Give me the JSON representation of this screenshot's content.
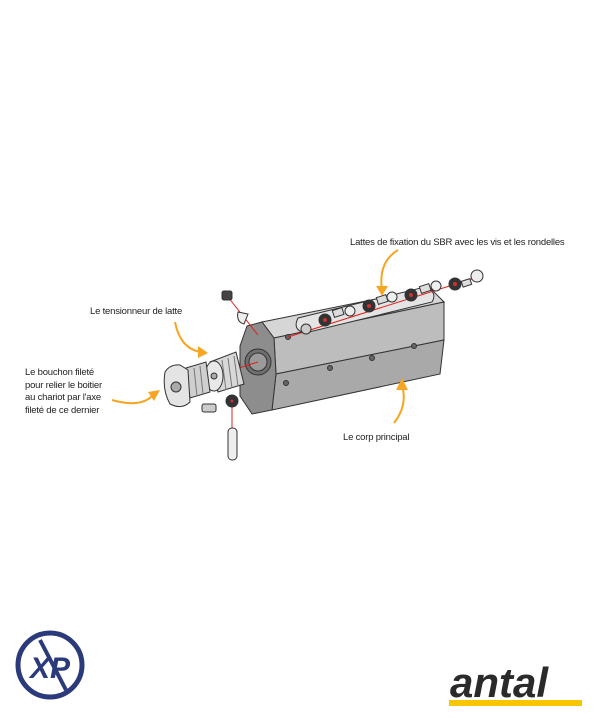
{
  "labels": {
    "lattes": "Lattes de fixation du SBR avec les vis et les rondelles",
    "tensionneur": "Le tensionneur de latte",
    "bouchon": [
      "Le bouchon fileté",
      "pour relier le boitier",
      "au chariot par l'axe",
      "fileté de ce dernier"
    ],
    "corp": "Le corp principal"
  },
  "logos": {
    "left": "XP",
    "right": "antal"
  },
  "colors": {
    "arrow": "#f5a623",
    "axis_line": "#e0201b",
    "xp_blue": "#2b3a7a",
    "antal_yellow": "#f7c600",
    "antal_dark": "#2a2a2a"
  }
}
